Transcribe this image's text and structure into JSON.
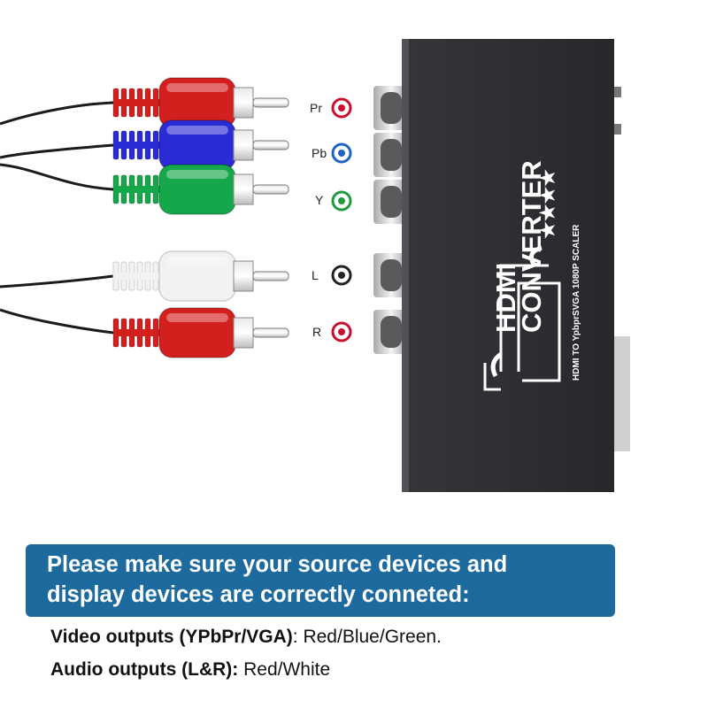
{
  "ports": {
    "pr": {
      "label": "Pr",
      "color": "#c8102e"
    },
    "pb": {
      "label": "Pb",
      "color": "#1f63c6"
    },
    "y": {
      "label": "Y",
      "color": "#1f9a3c"
    },
    "l": {
      "label": "L",
      "color": "#222222"
    },
    "r": {
      "label": "R",
      "color": "#c8102e"
    }
  },
  "cables": [
    {
      "name": "red-video-cable",
      "color": "#d41f1f"
    },
    {
      "name": "blue-video-cable",
      "color": "#2b2bd6"
    },
    {
      "name": "green-video-cable",
      "color": "#14a84a"
    },
    {
      "name": "white-audio-cable",
      "color": "#f2f2f2"
    },
    {
      "name": "red-audio-cable",
      "color": "#d41f1f"
    }
  ],
  "device": {
    "brand_line1": "HDMI",
    "brand_line2": "CONVERTER",
    "subtitle": "HDMI TO YpbprSVGA 1080P SCALER",
    "stars": "★★★★",
    "body_color": "#2b2d31"
  },
  "banner": {
    "line1": "Please make sure your source devices and",
    "line2": "display devices are correctly conneted:",
    "bg_color": "#1c6a9e"
  },
  "specs": {
    "video_label": "Video outputs (YPbPr/VGA)",
    "video_value": ": Red/Blue/Green.",
    "audio_label": "Audio outputs (L&R):",
    "audio_value": " Red/White"
  }
}
